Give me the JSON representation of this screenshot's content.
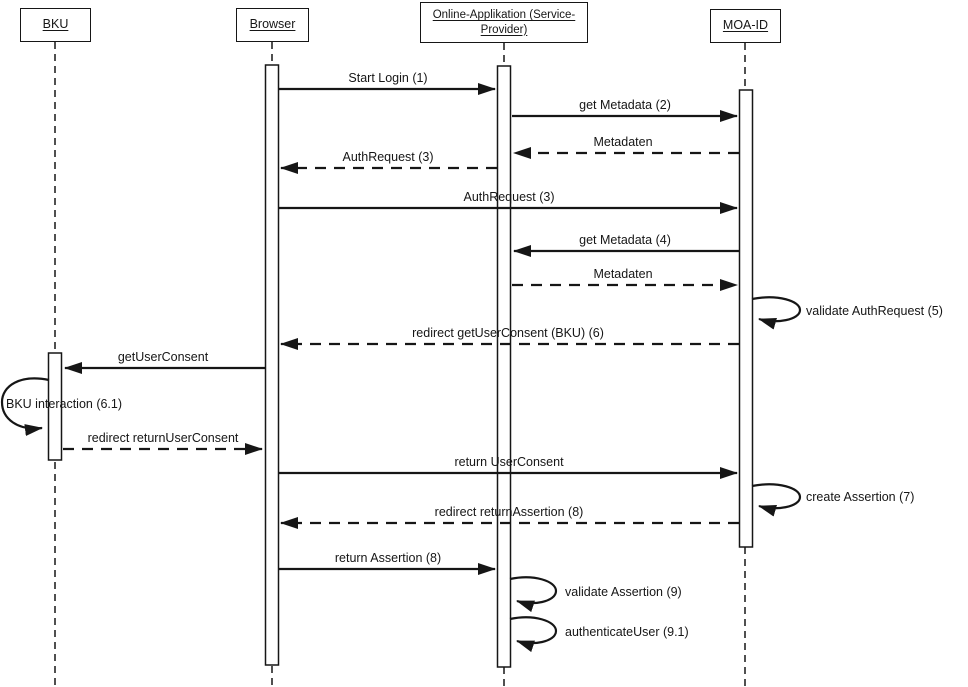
{
  "diagram_type": "uml-sequence-diagram",
  "colors": {
    "line": "#161616",
    "background": "#ffffff",
    "text": "#161616",
    "activation_fill": "#ffffff"
  },
  "actors": [
    {
      "id": "bku",
      "label": "BKU"
    },
    {
      "id": "browser",
      "label": "Browser"
    },
    {
      "id": "online-applikation",
      "label": "Online-Applikation (Service-Provider)"
    },
    {
      "id": "moa-id",
      "label": "MOA-ID"
    }
  ],
  "messages": [
    {
      "label": "Start Login (1)",
      "from": "Browser",
      "to": "Online-Applikation (Service-Provider)",
      "style": "solid"
    },
    {
      "label": "get Metadata (2)",
      "from": "Online-Applikation (Service-Provider)",
      "to": "MOA-ID",
      "style": "solid"
    },
    {
      "label": "Metadaten",
      "from": "MOA-ID",
      "to": "Online-Applikation (Service-Provider)",
      "style": "dashed"
    },
    {
      "label": "AuthRequest (3)",
      "from": "Online-Applikation (Service-Provider)",
      "to": "Browser",
      "style": "dashed"
    },
    {
      "label": "AuthRequest (3)",
      "from": "Browser",
      "to": "MOA-ID",
      "style": "solid"
    },
    {
      "label": "get Metadata (4)",
      "from": "MOA-ID",
      "to": "Online-Applikation (Service-Provider)",
      "style": "solid"
    },
    {
      "label": "Metadaten",
      "from": "Online-Applikation (Service-Provider)",
      "to": "MOA-ID",
      "style": "dashed"
    },
    {
      "label": "validate AuthRequest (5)",
      "from": "MOA-ID",
      "to": "MOA-ID",
      "style": "self"
    },
    {
      "label": "redirect getUserConsent (BKU) (6)",
      "from": "MOA-ID",
      "to": "Browser",
      "style": "dashed"
    },
    {
      "label": "getUserConsent",
      "from": "Browser",
      "to": "BKU",
      "style": "solid"
    },
    {
      "label": "BKU interaction (6.1)",
      "from": "BKU",
      "to": "BKU",
      "style": "self"
    },
    {
      "label": "redirect returnUserConsent",
      "from": "BKU",
      "to": "Browser",
      "style": "dashed"
    },
    {
      "label": "return UserConsent",
      "from": "Browser",
      "to": "MOA-ID",
      "style": "solid"
    },
    {
      "label": "create Assertion (7)",
      "from": "MOA-ID",
      "to": "MOA-ID",
      "style": "self"
    },
    {
      "label": "redirect returnAssertion (8)",
      "from": "MOA-ID",
      "to": "Browser",
      "style": "dashed"
    },
    {
      "label": "return Assertion (8)",
      "from": "Browser",
      "to": "Online-Applikation (Service-Provider)",
      "style": "solid"
    },
    {
      "label": "validate Assertion (9)",
      "from": "Online-Applikation (Service-Provider)",
      "to": "Online-Applikation (Service-Provider)",
      "style": "self"
    },
    {
      "label": "authenticateUser (9.1)",
      "from": "Online-Applikation (Service-Provider)",
      "to": "Online-Applikation (Service-Provider)",
      "style": "self"
    }
  ]
}
